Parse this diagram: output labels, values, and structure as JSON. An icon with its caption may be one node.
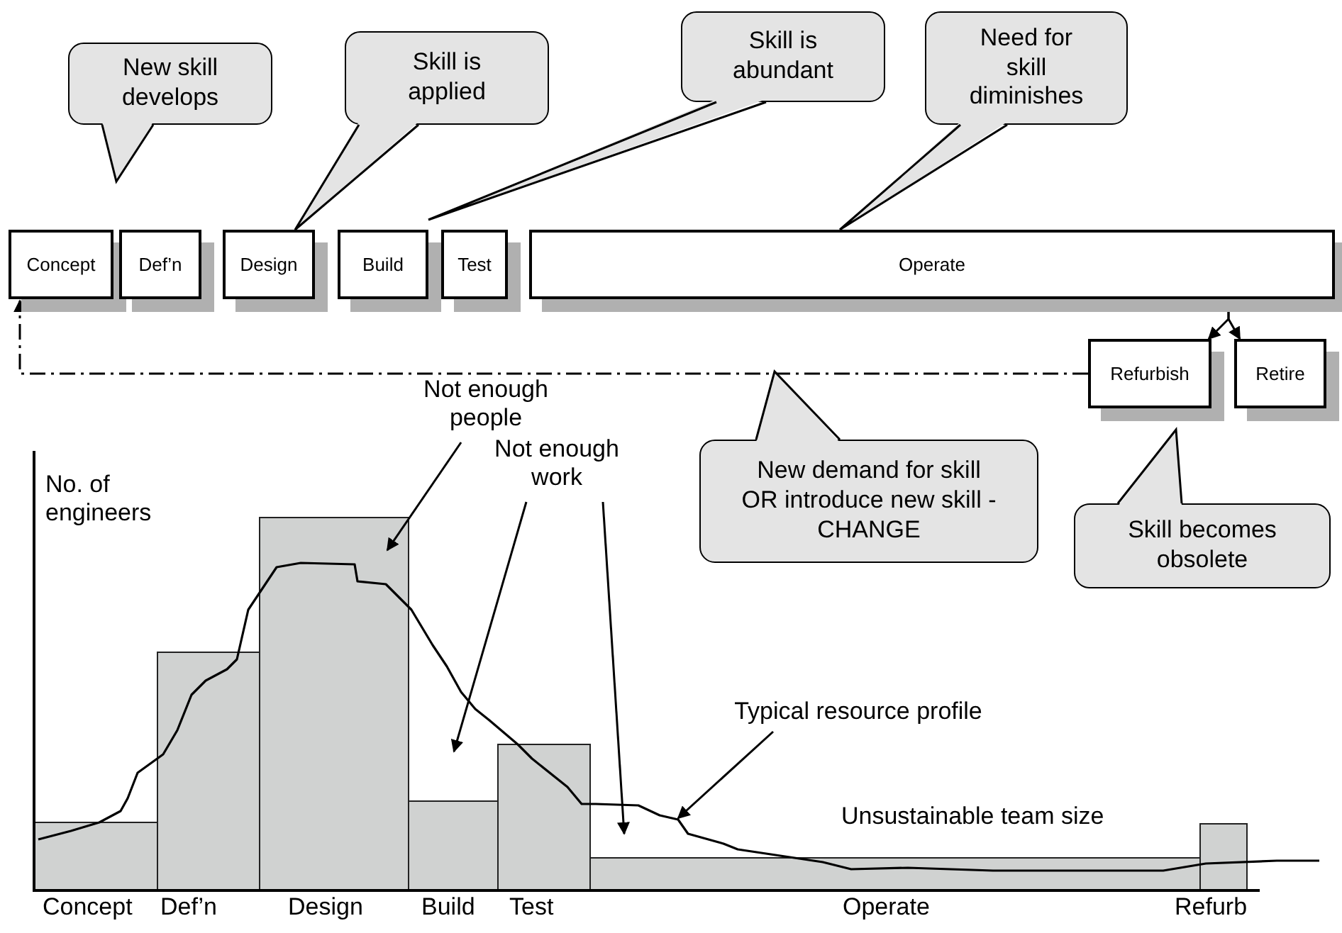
{
  "diagram": {
    "nodes": [
      {
        "text": [
          "Concept"
        ]
      },
      {
        "text": [
          "Def’n"
        ]
      },
      {
        "text": [
          "Design"
        ]
      },
      {
        "text": [
          "Build"
        ]
      },
      {
        "text": [
          "Test"
        ]
      },
      {
        "text": [
          "Operate"
        ]
      },
      {
        "text": [
          "Refurbish"
        ]
      },
      {
        "text": [
          "Retire"
        ]
      },
      {
        "text": [
          "New skill develops"
        ]
      },
      {
        "text": [
          "Skill is applied"
        ]
      },
      {
        "text": [
          "Skill is abundant"
        ]
      },
      {
        "text": [
          "Need for skill diminishes"
        ]
      },
      {
        "text": [
          "New demand for skill OR introduce new skill - CHANGE"
        ]
      },
      {
        "text": [
          "Skill becomes obsolete"
        ]
      },
      {
        "text": [
          "Not enough people"
        ]
      },
      {
        "text": [
          "Not enough work"
        ]
      },
      {
        "text": [
          "Typical resource profile"
        ]
      }
    ],
    "edges": [
      {
        "from": 5,
        "to": 6,
        "arrow": "to"
      },
      {
        "from": 5,
        "to": 7,
        "arrow": "to"
      },
      {
        "from": 6,
        "to": 0,
        "arrow": "to",
        "style": "dashed"
      },
      {
        "from": 14,
        "to": null,
        "arrow": "to"
      },
      {
        "from": 15,
        "to": null,
        "arrow": "to"
      },
      {
        "from": 15,
        "to": null,
        "arrow": "to"
      },
      {
        "from": 16,
        "to": null,
        "arrow": "to"
      }
    ],
    "labels": [
      "No. of engineers",
      "Unsustainable team size",
      "Concept",
      "Def’n",
      "Design",
      "Build",
      "Test",
      "Operate",
      "Refurb"
    ]
  }
}
